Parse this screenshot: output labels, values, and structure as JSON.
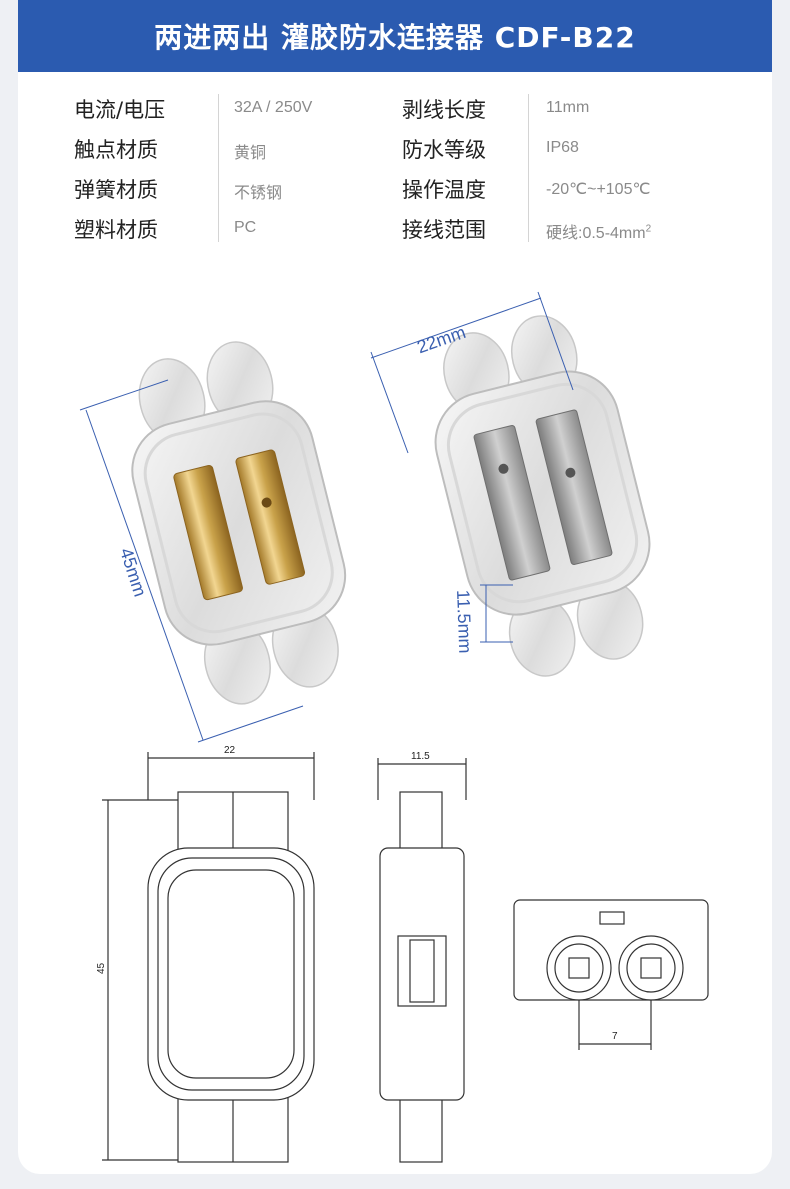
{
  "header": {
    "title": "两进两出 灌胶防水连接器 CDF-B22"
  },
  "specs": [
    {
      "label": "电流/电压",
      "value": "32A / 250V"
    },
    {
      "label": "触点材质",
      "value": "黄铜"
    },
    {
      "label": "弹簧材质",
      "value": "不锈钢"
    },
    {
      "label": "塑料材质",
      "value": "PC"
    },
    {
      "label": "剥线长度",
      "value": "11mm"
    },
    {
      "label": "防水等级",
      "value": "IP68"
    },
    {
      "label": "操作温度",
      "value": "-20℃~+105℃"
    },
    {
      "label": "接线范围",
      "value": "硬线:0.5-4mm",
      "sup": "2"
    }
  ],
  "photo_dims": {
    "width": "22mm",
    "length": "45mm",
    "height": "11.5mm"
  },
  "drawing_dims": {
    "front_width": "22",
    "side_width": "11.5",
    "length": "45",
    "pitch": "7"
  },
  "colors": {
    "header_bg": "#2b5bb0",
    "dimension_blue": "#3a5fb0",
    "brass": "#c9a24a"
  }
}
